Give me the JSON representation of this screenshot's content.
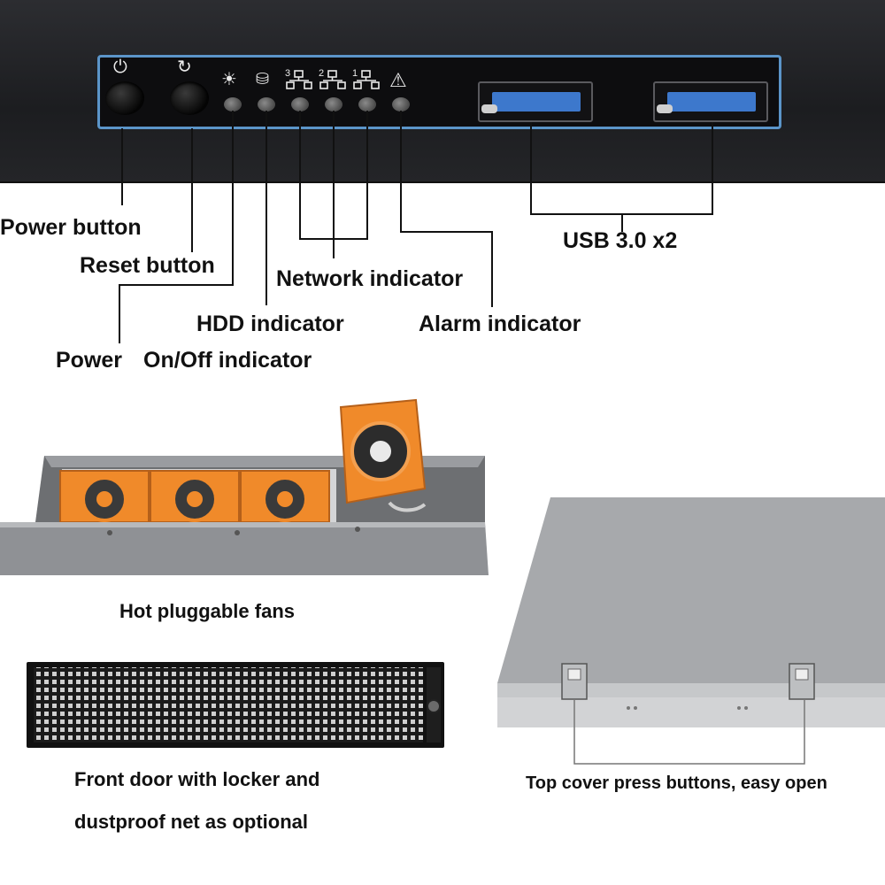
{
  "front_panel": {
    "glyphs": {
      "power_symbol": "⏻",
      "reset_symbol": "↻",
      "light_symbol": "☀",
      "hdd_symbol": "⛁",
      "alarm_symbol": "⚠"
    },
    "network_port_numbers": [
      "3",
      "2",
      "1"
    ],
    "colors": {
      "frame_blue": "#5b95c9",
      "usb_blue": "#3d78cc"
    }
  },
  "callouts": {
    "power_button": "Power button",
    "reset_button": "Reset button",
    "network_indicator": "Network indicator",
    "hdd_indicator": "HDD indicator",
    "alarm_indicator": "Alarm indicator",
    "power_onoff_indicator_word1": "Power",
    "power_onoff_indicator_word2": "On/Off indicator",
    "usb": "USB 3.0 x2"
  },
  "captions": {
    "fans": "Hot pluggable fans",
    "front_door_line1": "Front door with locker and",
    "front_door_line2": "dustproof net as optional",
    "top_cover": "Top cover press buttons, easy open"
  },
  "colors": {
    "fan_orange": "#f08a2a",
    "chassis_gray": "#a7a9ac"
  }
}
